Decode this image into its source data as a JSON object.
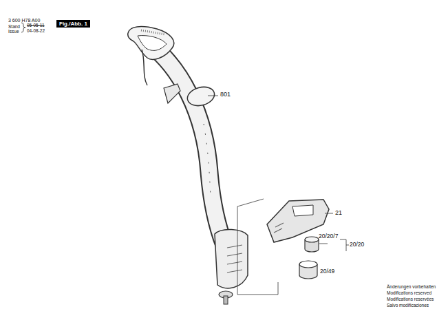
{
  "diagram": {
    "nodes": [
      {
        "text": [
          "Fig./Abb. 1"
        ]
      }
    ],
    "labels": [
      "3 600 H78 A00",
      "Stand",
      "Issue",
      "05-05-11",
      "04-08-22",
      "801",
      "21",
      "20/20/7",
      "20/20",
      "20/49",
      "Änderungen vorbehalten",
      "Modifications reserved",
      "Modifications reservées",
      "Salvo modificaciones"
    ]
  }
}
